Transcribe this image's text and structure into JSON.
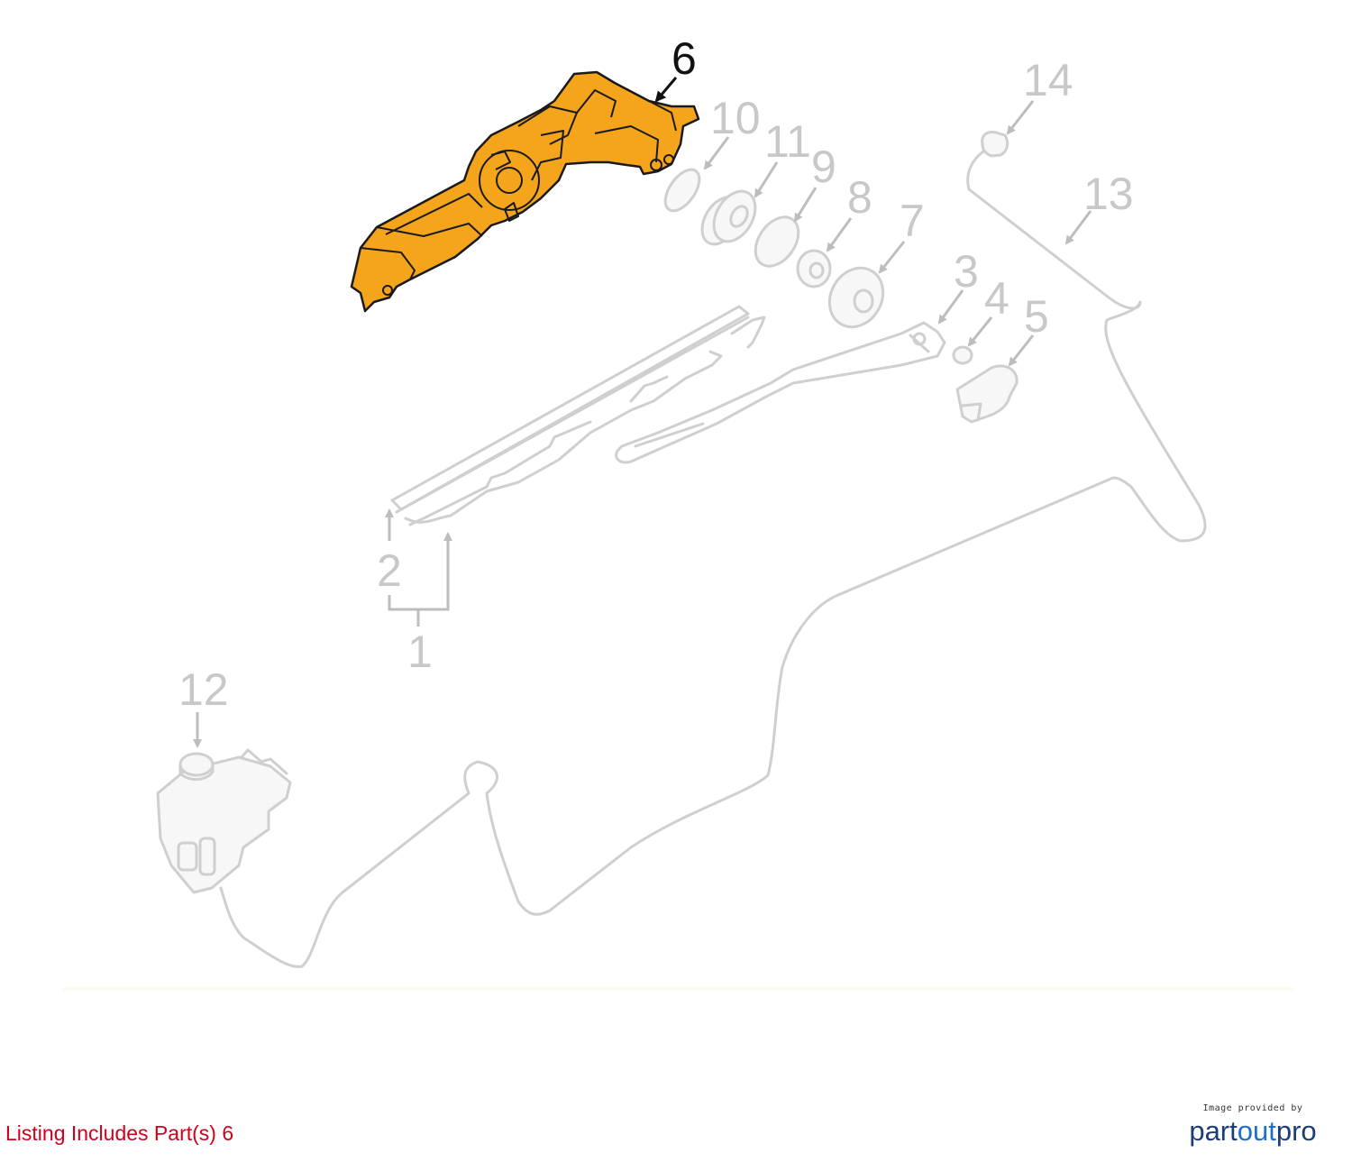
{
  "callouts": {
    "c1": "1",
    "c2": "2",
    "c3": "3",
    "c4": "4",
    "c5": "5",
    "c6": "6",
    "c7": "7",
    "c8": "8",
    "c9": "9",
    "c10": "10",
    "c11": "11",
    "c12": "12",
    "c13": "13",
    "c14": "14"
  },
  "highlight": {
    "part": "6",
    "color": "#f5a51c"
  },
  "footer": {
    "listing": "Listing Includes Part(s) 6",
    "credit_small": "Image provided by",
    "logo_part1": "part",
    "logo_part2": "out",
    "logo_part3": "pro"
  }
}
